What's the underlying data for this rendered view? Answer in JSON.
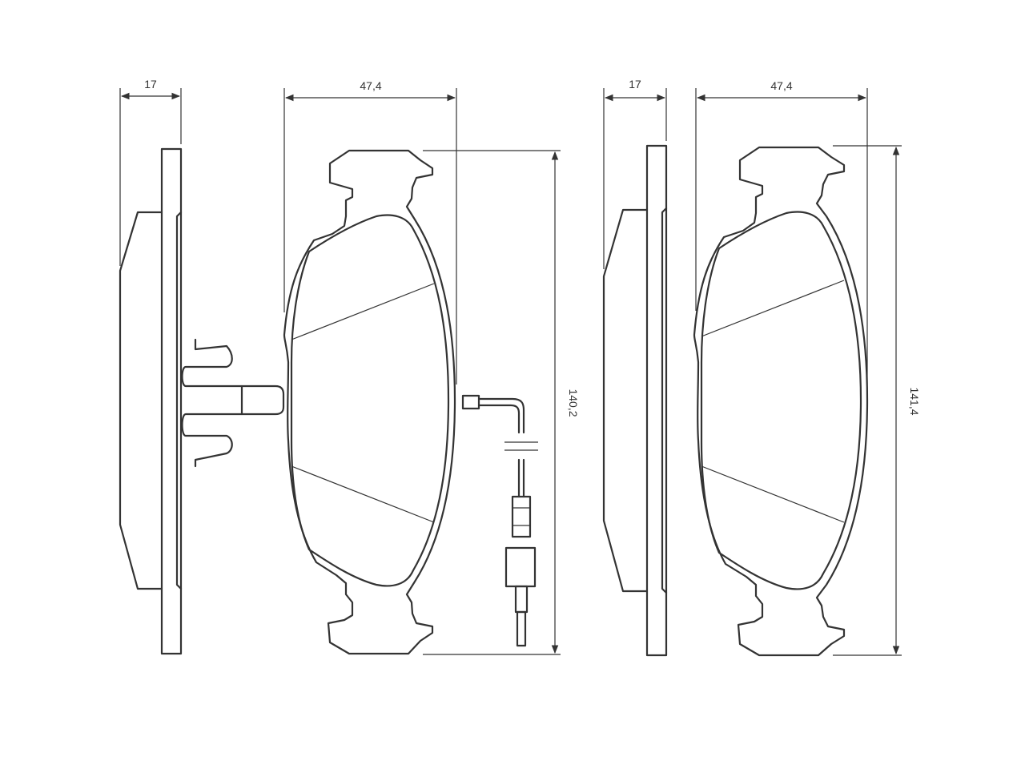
{
  "drawing": {
    "left_pad": {
      "thickness": "17",
      "width": "47,4",
      "height": "140,2",
      "has_wear_sensor": true
    },
    "right_pad": {
      "thickness": "17",
      "width": "47,4",
      "height": "141,4",
      "has_wear_sensor": false
    },
    "colors": {
      "line": "#333333",
      "background": "#ffffff"
    }
  }
}
